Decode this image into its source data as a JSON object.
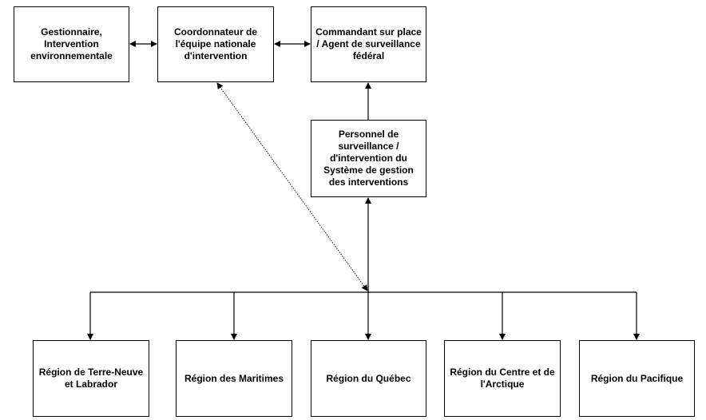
{
  "top_row": {
    "manager": "Gestionnaire,\nIntervention\nenvironnementale",
    "coordinator": "Coordonnateur de\nl'équipe nationale\nd'intervention",
    "on_scene": "Commandant sur place\n/ Agent de surveillance\nfédéral"
  },
  "middle": {
    "personnel": "Personnel de\nsurveillance /\nd'intervention du\nSystème de gestion\ndes interventions"
  },
  "regions": [
    "Région de Terre-Neuve\net Labrador",
    "Région des Maritimes",
    "Région du Québec",
    "Région du Centre et de\nl'Arctique",
    "Région du Pacifique"
  ]
}
